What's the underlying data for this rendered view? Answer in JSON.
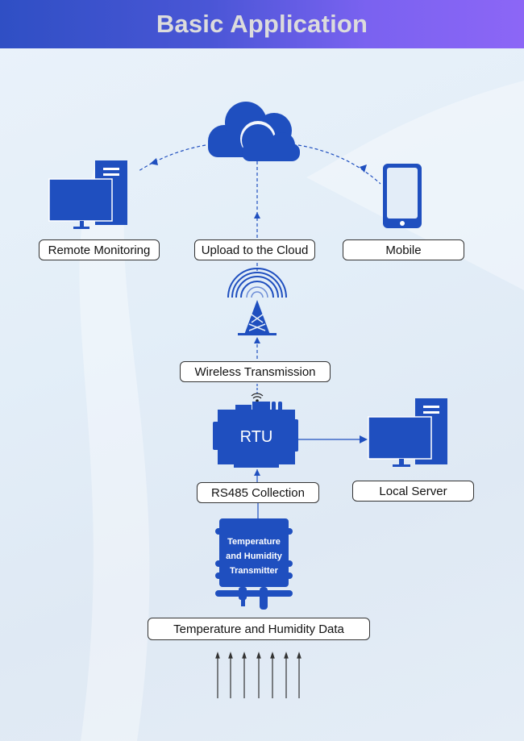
{
  "header": {
    "title": "Basic Application"
  },
  "nodes": {
    "remote_monitoring": "Remote Monitoring",
    "upload_cloud": "Upload to the Cloud",
    "mobile": "Mobile",
    "wireless": "Wireless Transmission",
    "rtu": "RTU",
    "rs485": "RS485 Collection",
    "local_server": "Local Server",
    "transmitter": [
      "Temperature",
      "and Humidity",
      "Transmitter"
    ],
    "data": "Temperature and Humidity Data"
  },
  "colors": {
    "accent": "#1f4fbf",
    "header_start": "#2f4fc4",
    "header_end": "#8c66f6"
  }
}
